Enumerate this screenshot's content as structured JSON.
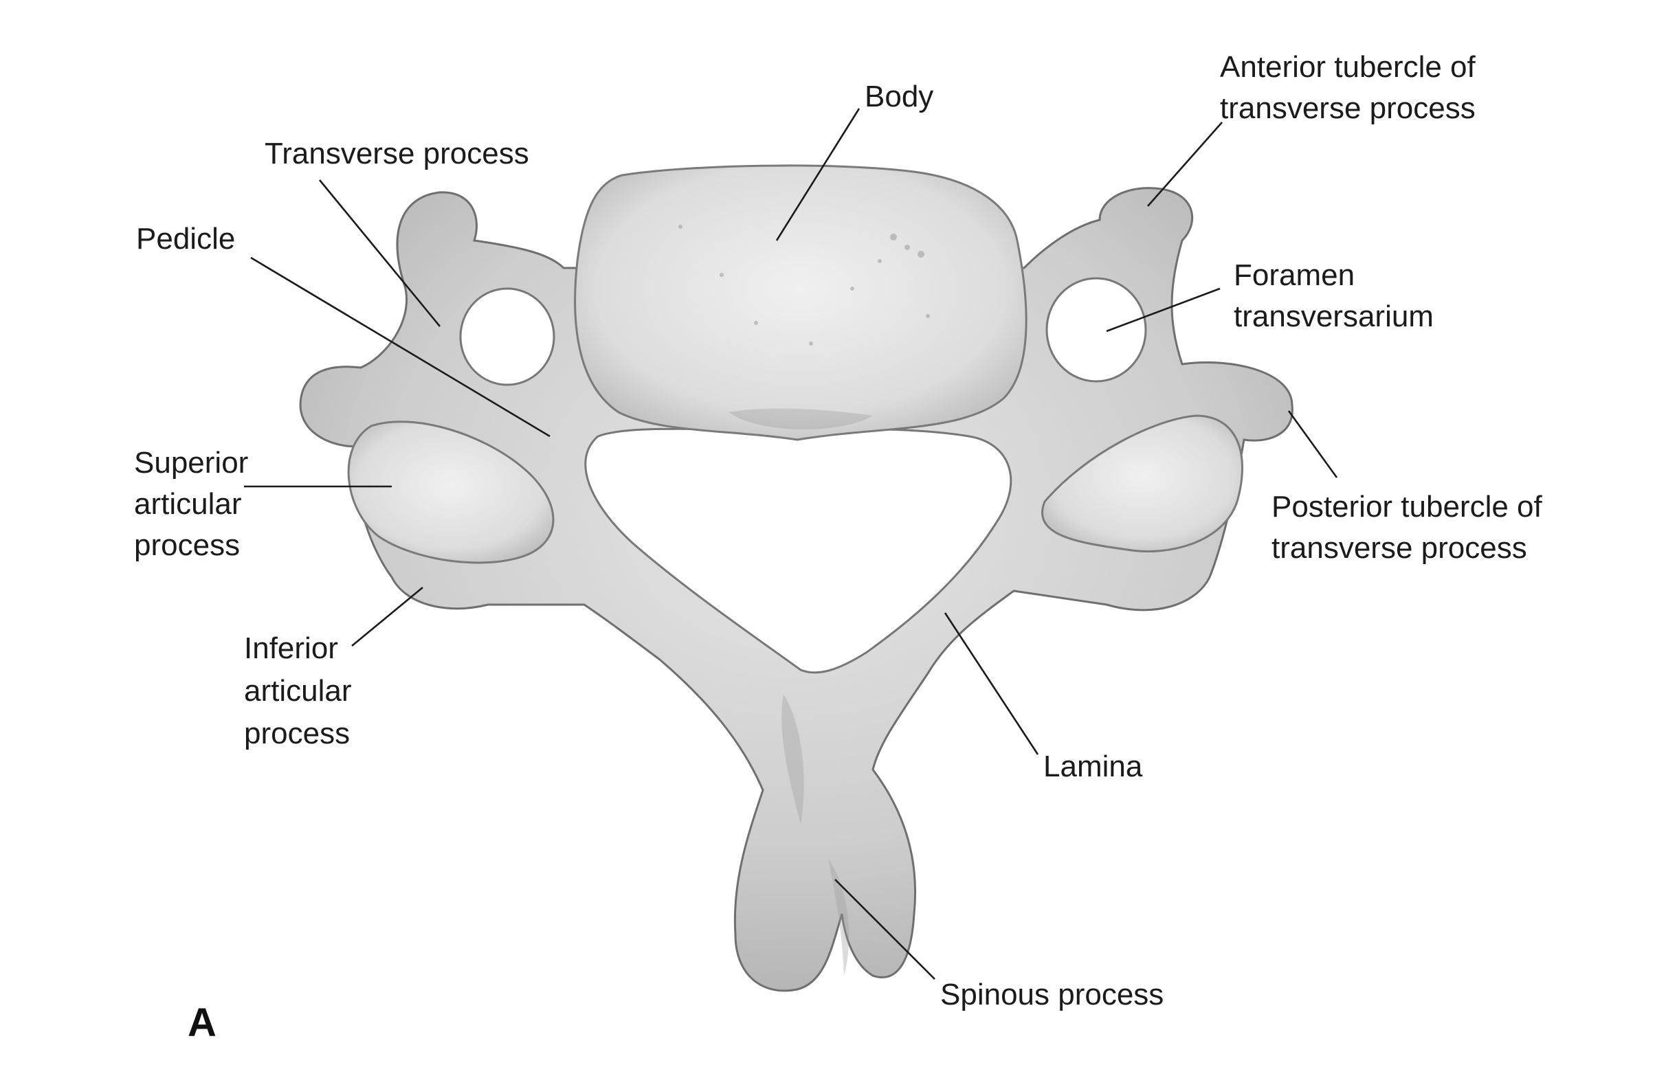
{
  "panel_letter": "A",
  "labels": {
    "body": "Body",
    "anterior_tubercle": [
      "Anterior tubercle of",
      "transverse process"
    ],
    "transverse_process": "Transverse process",
    "pedicle": "Pedicle",
    "foramen_transversarium": [
      "Foramen",
      "transversarium"
    ],
    "superior_articular_process": [
      "Superior",
      "articular",
      "process"
    ],
    "posterior_tubercle": [
      "Posterior tubercle of",
      "transverse process"
    ],
    "inferior_articular_process": [
      "Inferior",
      "articular",
      "process"
    ],
    "lamina": "Lamina",
    "spinous_process": "Spinous process"
  }
}
